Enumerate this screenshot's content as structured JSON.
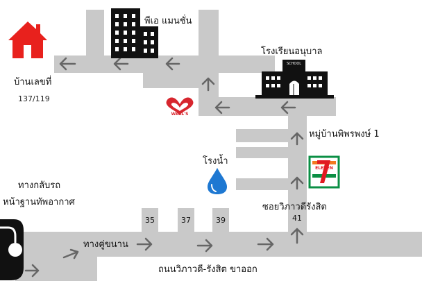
{
  "labels": {
    "house": "บ้านเลขที่",
    "house_number": "137/119",
    "condo": "พีเอ แมนชั่น",
    "school": "โรงเรียนอนุบาล",
    "school_sign": "SCHOOL",
    "walls": "WALL'S",
    "village": "หมู่บ้านพิพรพงษ์ 1",
    "water_plant": "โรงน้ำ",
    "seven_eleven": "ELEVEN",
    "return_line1": "ทางกลับรถ",
    "return_line2": "หน้าฐานทัพอากาศ",
    "soi_road": "ซอยวิภาวดีรังสิต",
    "parallel_road": "ทางคู่ขนาน",
    "main_road": "ถนนวิภาวดี-รังสิต ขาออก"
  },
  "soi_numbers": [
    "35",
    "37",
    "39",
    "41"
  ],
  "icons": [
    "house-icon",
    "building-icon",
    "school-icon",
    "walls-logo-icon",
    "water-drop-icon",
    "seven-eleven-logo-icon",
    "u-turn-icon",
    "arrow-icon"
  ],
  "colors": {
    "road": "#c9c9c9",
    "arrow": "#666666",
    "house": "#e8211d",
    "water": "#1e78d2",
    "seven_orange": "#f47a20",
    "seven_green": "#0a8f44",
    "seven_red": "#e11b22"
  }
}
